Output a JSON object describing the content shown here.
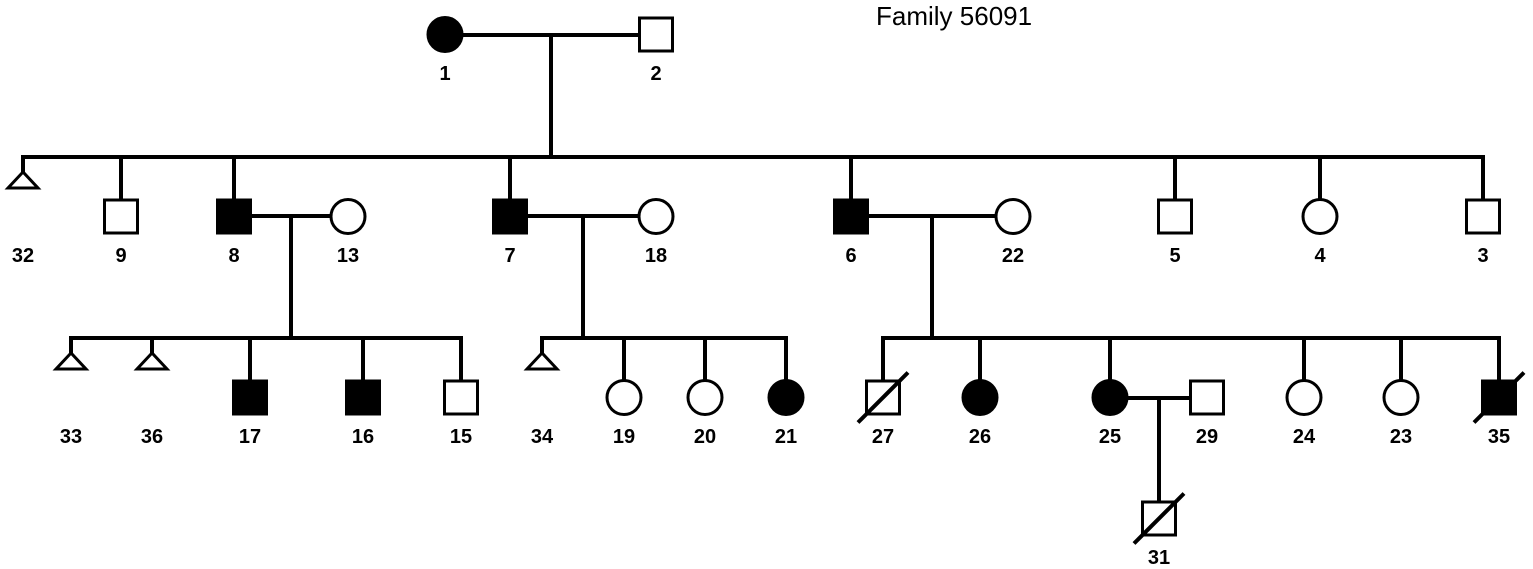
{
  "title": "Family 56091",
  "colors": {
    "affected": "#000000",
    "unaffected": "#ffffff",
    "line": "#000000"
  },
  "individuals": [
    {
      "id": "1",
      "sex": "female",
      "affected": true,
      "deceased": false,
      "generation": 1
    },
    {
      "id": "2",
      "sex": "male",
      "affected": false,
      "deceased": false,
      "generation": 1
    },
    {
      "id": "32",
      "sex": "unknown-pregnancy",
      "affected": false,
      "deceased": false,
      "generation": 2
    },
    {
      "id": "9",
      "sex": "male",
      "affected": false,
      "deceased": false,
      "generation": 2
    },
    {
      "id": "8",
      "sex": "male",
      "affected": true,
      "deceased": false,
      "generation": 2
    },
    {
      "id": "13",
      "sex": "female",
      "affected": false,
      "deceased": false,
      "generation": 2
    },
    {
      "id": "7",
      "sex": "male",
      "affected": true,
      "deceased": false,
      "generation": 2
    },
    {
      "id": "18",
      "sex": "female",
      "affected": false,
      "deceased": false,
      "generation": 2
    },
    {
      "id": "6",
      "sex": "male",
      "affected": true,
      "deceased": false,
      "generation": 2
    },
    {
      "id": "22",
      "sex": "female",
      "affected": false,
      "deceased": false,
      "generation": 2
    },
    {
      "id": "5",
      "sex": "male",
      "affected": false,
      "deceased": false,
      "generation": 2
    },
    {
      "id": "4",
      "sex": "female",
      "affected": false,
      "deceased": false,
      "generation": 2
    },
    {
      "id": "3",
      "sex": "male",
      "affected": false,
      "deceased": false,
      "generation": 2
    },
    {
      "id": "33",
      "sex": "unknown-pregnancy",
      "affected": false,
      "deceased": false,
      "generation": 3
    },
    {
      "id": "36",
      "sex": "unknown-pregnancy",
      "affected": false,
      "deceased": false,
      "generation": 3
    },
    {
      "id": "17",
      "sex": "male",
      "affected": true,
      "deceased": false,
      "generation": 3
    },
    {
      "id": "16",
      "sex": "male",
      "affected": true,
      "deceased": false,
      "generation": 3
    },
    {
      "id": "15",
      "sex": "male",
      "affected": false,
      "deceased": false,
      "generation": 3
    },
    {
      "id": "34",
      "sex": "unknown-pregnancy",
      "affected": false,
      "deceased": false,
      "generation": 3
    },
    {
      "id": "19",
      "sex": "female",
      "affected": false,
      "deceased": false,
      "generation": 3
    },
    {
      "id": "20",
      "sex": "female",
      "affected": false,
      "deceased": false,
      "generation": 3
    },
    {
      "id": "21",
      "sex": "female",
      "affected": true,
      "deceased": false,
      "generation": 3
    },
    {
      "id": "27",
      "sex": "male",
      "affected": false,
      "deceased": true,
      "generation": 3
    },
    {
      "id": "26",
      "sex": "female",
      "affected": true,
      "deceased": false,
      "generation": 3
    },
    {
      "id": "25",
      "sex": "female",
      "affected": true,
      "deceased": false,
      "generation": 3
    },
    {
      "id": "29",
      "sex": "male",
      "affected": false,
      "deceased": false,
      "generation": 3
    },
    {
      "id": "24",
      "sex": "female",
      "affected": false,
      "deceased": false,
      "generation": 3
    },
    {
      "id": "23",
      "sex": "female",
      "affected": false,
      "deceased": false,
      "generation": 3
    },
    {
      "id": "35",
      "sex": "male",
      "affected": true,
      "deceased": true,
      "generation": 3
    },
    {
      "id": "31",
      "sex": "male",
      "affected": false,
      "deceased": true,
      "generation": 4
    }
  ],
  "couples": [
    {
      "partners": [
        "1",
        "2"
      ],
      "children": [
        "32",
        "9",
        "8",
        "7",
        "6",
        "5",
        "4",
        "3"
      ]
    },
    {
      "partners": [
        "8",
        "13"
      ],
      "children": [
        "33",
        "36",
        "17",
        "16",
        "15"
      ]
    },
    {
      "partners": [
        "7",
        "18"
      ],
      "children": [
        "34",
        "19",
        "20",
        "21"
      ]
    },
    {
      "partners": [
        "6",
        "22"
      ],
      "children": [
        "27",
        "26",
        "25",
        "24",
        "23",
        "35"
      ]
    },
    {
      "partners": [
        "25",
        "29"
      ],
      "children": [
        "31"
      ]
    }
  ]
}
